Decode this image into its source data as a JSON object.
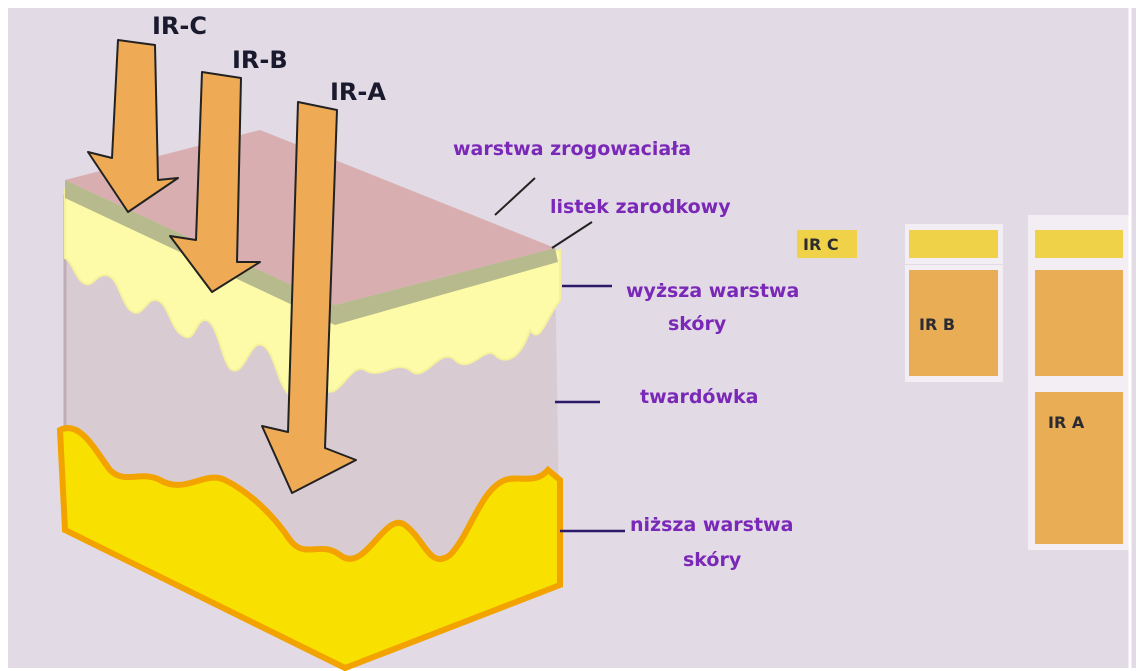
{
  "arrows": {
    "ir_c": "IR-C",
    "ir_b": "IR-B",
    "ir_a": "IR-A"
  },
  "layers": {
    "stratum_corneum": "warstwa zrogowaciała",
    "germinal_layer": "listek zarodkowy",
    "upper_skin_line1": "wyższa warstwa",
    "upper_skin_line2": "skóry",
    "dermis": "twardówka",
    "lower_skin_line1": "niższa warstwa",
    "lower_skin_line2": "skóry"
  },
  "penetration_bars": {
    "ir_c": "IR C",
    "ir_b": "IR B",
    "ir_a": "IR A"
  },
  "colors": {
    "background": "#e2dae4",
    "arrow": "#eeaa55",
    "label_text": "#7a28b8",
    "ir_c_bar": "#f0d248",
    "ir_b_a_bar": "#e9ad55"
  }
}
